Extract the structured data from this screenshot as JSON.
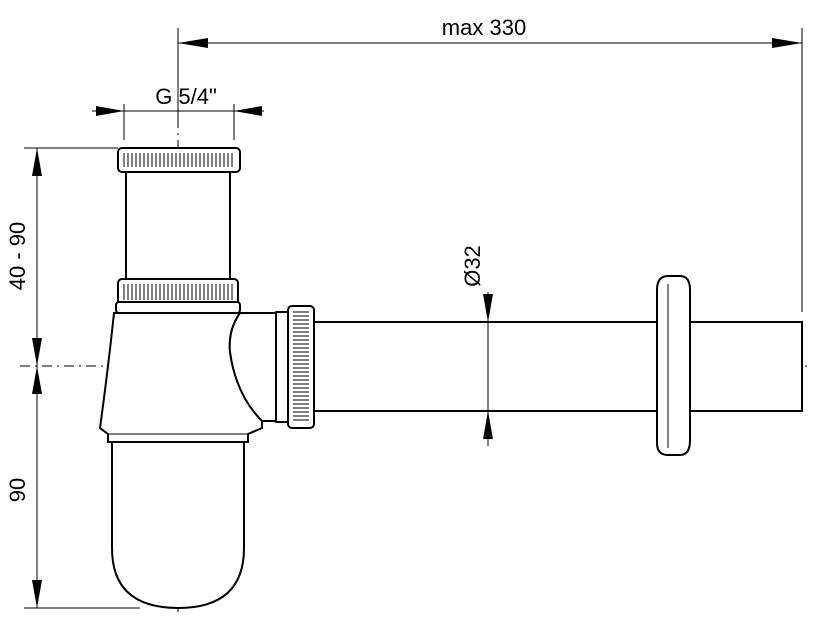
{
  "dimensions": {
    "overall_length": "max 330",
    "thread": "G 5/4\"",
    "tail_height": "40 - 90",
    "pipe_diameter": "Ø32",
    "trap_height": "90"
  },
  "colors": {
    "line": "#000000",
    "background": "#ffffff"
  }
}
